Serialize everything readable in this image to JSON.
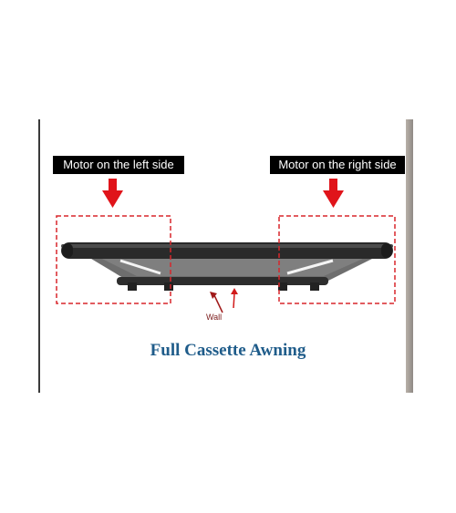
{
  "annotations": {
    "left_label": "Motor on the left side",
    "right_label": "Motor on the right side",
    "wall_label": "Wall"
  },
  "caption": "Full Cassette Awning",
  "colors": {
    "label_background": "#000000",
    "arrow_red": "#e0141a",
    "caption_blue": "#1f5c8a",
    "dashed_box": "#d8262b"
  }
}
